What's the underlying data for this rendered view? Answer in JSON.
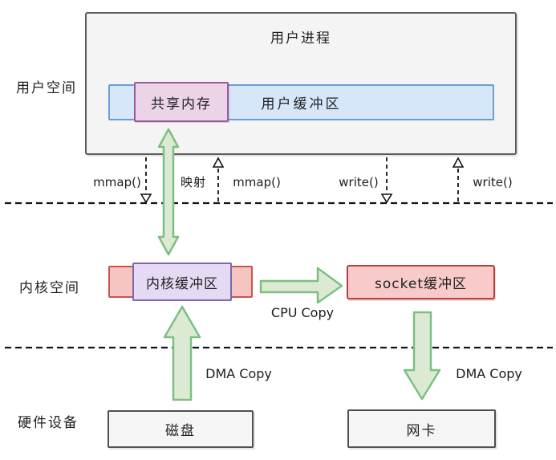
{
  "region_labels": {
    "user_space": "用户空间",
    "kernel_space": "内核空间",
    "hardware_devices": "硬件设备"
  },
  "user_process": {
    "title": "用户进程",
    "shared_memory": "共享内存",
    "user_buffer": "用户缓冲区"
  },
  "kernel": {
    "kernel_buffer": "内核缓冲区",
    "socket_buffer": "socket缓冲区"
  },
  "hardware": {
    "disk": "磁盘",
    "nic": "网卡"
  },
  "call_labels": {
    "mmap_left": "mmap()",
    "mapping": "映射",
    "mmap_right": "mmap()",
    "write_left": "write()",
    "write_right": "write()"
  },
  "copy_labels": {
    "cpu_copy": "CPU Copy",
    "dma_copy_left": "DMA Copy",
    "dma_copy_right": "DMA Copy"
  },
  "colors": {
    "arrow_green_fill": "#dcead4",
    "arrow_green_stroke": "#7cbf81",
    "user_buffer_blue_fill": "#d5e7f9",
    "user_buffer_blue_border": "#6b9ed2",
    "shared_memory_fill": "#ead4e6",
    "shared_memory_border": "#9c5a9a",
    "kernel_buffer_fill": "#e4daf4",
    "kernel_buffer_border": "#7e68a8",
    "red_bar_fill": "#f6c4c1",
    "red_bar_border": "#c75450",
    "socket_fill": "#f8cbca",
    "socket_border": "#b5413d",
    "gray_box_fill": "#f4f4f4",
    "gray_box_border": "#5c5c5c"
  }
}
